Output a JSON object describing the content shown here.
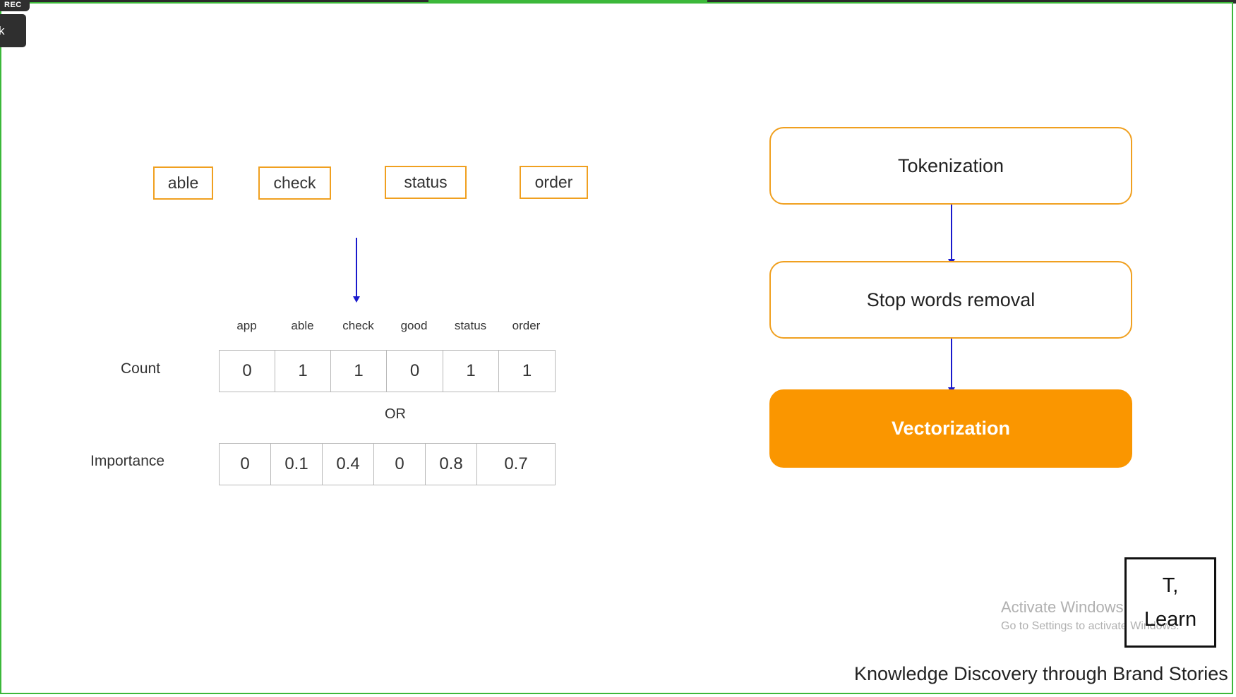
{
  "recorder": {
    "rec_label": "REC",
    "stop_label": "k"
  },
  "tokens": [
    "able",
    "check",
    "status",
    "order"
  ],
  "vectorization_table": {
    "columns": [
      "app",
      "able",
      "check",
      "good",
      "status",
      "order"
    ],
    "count_label": "Count",
    "count_values": [
      "0",
      "1",
      "1",
      "0",
      "1",
      "1"
    ],
    "or_label": "OR",
    "importance_label": "Importance",
    "importance_values": [
      "0",
      "0.1",
      "0.4",
      "0",
      "0.8",
      "0.7"
    ]
  },
  "pipeline": {
    "steps": [
      "Tokenization",
      "Stop words removal",
      "Vectorization"
    ],
    "active_step": "Vectorization"
  },
  "watermark": {
    "title": "Activate Windows",
    "subtitle": "Go to Settings to activate Windows."
  },
  "logo": {
    "line1": "T,",
    "line2": "Learn"
  },
  "footer": {
    "caption": "Knowledge Discovery through Brand Stories"
  },
  "colors": {
    "accent_orange": "#fa9600",
    "box_border": "#f0a020",
    "arrow_blue": "#1a1acc",
    "frame_green": "#3cb83a"
  }
}
